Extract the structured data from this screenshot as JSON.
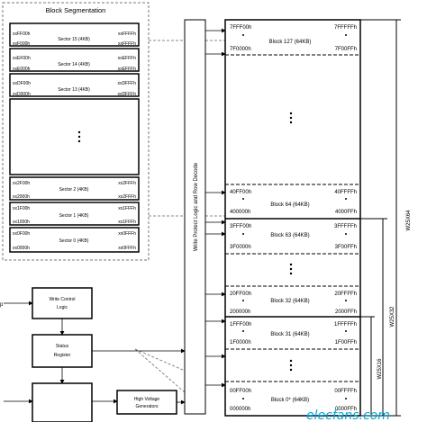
{
  "segmentation": {
    "title": "Block Segmentation",
    "top_sectors": [
      {
        "label": "Sector 15 (4KB)",
        "start": "xxF000h",
        "end": "xxFFFFh"
      },
      {
        "label": "Sector 14 (4KB)",
        "start": "xxE000h",
        "end": "xxEFFFh"
      },
      {
        "label": "Sector 13 (4KB)",
        "start": "xxD000h",
        "end": "xxDFFFh"
      }
    ],
    "bottom_sectors": [
      {
        "label": "Sector 2 (4KB)",
        "start": "xx2000h",
        "end": "xx2FFFh"
      },
      {
        "label": "Sector 1 (4KB)",
        "start": "xx1000h",
        "end": "xx1FFFh"
      },
      {
        "label": "Sector 0 (4KB)",
        "start": "xx0000h",
        "end": "xx0FFFh"
      }
    ],
    "top_tags": [
      {
        "hi": "xxFF00h",
        "hi_end": "xxFFFFh"
      },
      {
        "hi": "xxEF00h",
        "hi_end": "xxEFFFh"
      },
      {
        "hi": "xxDF00h",
        "hi_end": "xxDFFFh"
      }
    ],
    "bottom_tags": [
      {
        "hi": "xx2F00h",
        "hi_end": "xx2FFFh"
      },
      {
        "hi": "xx1F00h",
        "hi_end": "xx1FFFh"
      },
      {
        "hi": "xx0F00h",
        "hi_end": "xx0FFFh"
      }
    ],
    "ellipsis": "•\n•\n•"
  },
  "decode_label": "Write Protect Logic and Row Decode",
  "blocks": [
    {
      "name": "Block 127 (64KB)",
      "hi_start": "7FFF00h",
      "hi_end": "7FFFFFh",
      "lo_start": "7F0000h",
      "lo_end": "7F00FFh"
    },
    {
      "name": "Block 64 (64KB)",
      "hi_start": "40FF00h",
      "hi_end": "40FFFFh",
      "lo_start": "400000h",
      "lo_end": "4000FFh"
    },
    {
      "name": "Block 63 (64KB)",
      "hi_start": "3FFF00h",
      "hi_end": "3FFFFFh",
      "lo_start": "3F0000h",
      "lo_end": "3F00FFh"
    },
    {
      "name": "Block 32 (64KB)",
      "hi_start": "20FF00h",
      "hi_end": "20FFFFh",
      "lo_start": "200000h",
      "lo_end": "2000FFh"
    },
    {
      "name": "Block 31 (64KB)",
      "hi_start": "1FFF00h",
      "hi_end": "1FFFFFh",
      "lo_start": "1F0000h",
      "lo_end": "1F00FFh"
    },
    {
      "name": "Block 0* (64KB)",
      "hi_start": "00FF00h",
      "hi_end": "00FFFFh",
      "lo_start": "000000h",
      "lo_end": "0000FFh"
    }
  ],
  "side_labels": {
    "w64": "W25X64",
    "w32": "W25X32",
    "w16": "W25X16"
  },
  "logic": {
    "write_control_1": "Write Control",
    "write_control_2": "Logic",
    "status_1": "Status",
    "status_2": "Register",
    "hv_1": "High Voltage",
    "hv_2": "Generators",
    "wp_tag": "p"
  },
  "watermark": "elecfans.com"
}
